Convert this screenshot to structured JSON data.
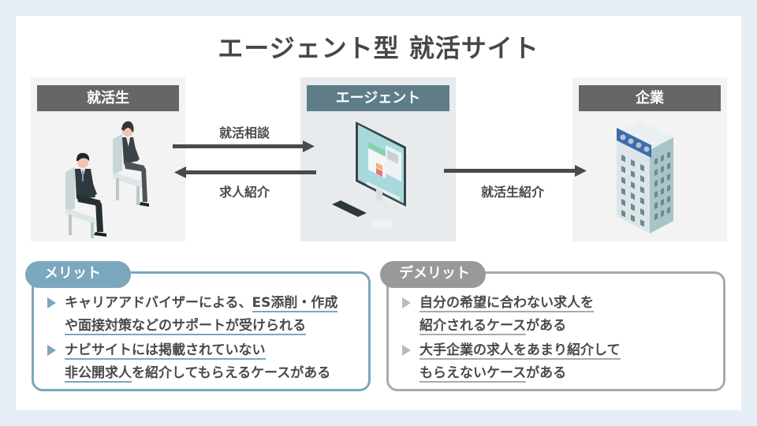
{
  "title": "エージェント型 就活サイト",
  "panels": {
    "student": {
      "label": "就活生",
      "illustration": "job-seekers-seated-icon"
    },
    "agent": {
      "label": "エージェント",
      "illustration": "desktop-computer-icon"
    },
    "company": {
      "label": "企業",
      "illustration": "office-building-icon"
    }
  },
  "arrows": {
    "student_to_agent": "就活相談",
    "agent_to_student": "求人紹介",
    "agent_to_company": "就活生紹介"
  },
  "merit": {
    "label": "メリット",
    "items": [
      {
        "line1_plain": "キャリアアドバイザーによる、",
        "line1_underlined": "ES添削・作成",
        "line2_underlined": "や面接対策などのサポートが受けられる",
        "line2_plain": ""
      },
      {
        "line1_plain": "",
        "line1_underlined": "ナビサイトには掲載されていない",
        "line2_underlined": "非公開求人",
        "line2_plain": "を紹介してもらえるケースがある"
      }
    ]
  },
  "demerit": {
    "label": "デメリット",
    "items": [
      {
        "line1_plain": "",
        "line1_underlined": "自分の希望に合わない求人を",
        "line2_underlined": "紹介されるケース",
        "line2_plain": "がある"
      },
      {
        "line1_plain": "",
        "line1_underlined": "大手企業の求人をあまり紹介して",
        "line2_underlined": "もらえないケース",
        "line2_plain": "がある"
      }
    ]
  },
  "colors": {
    "background": "#e6eef5",
    "merit_accent": "#7ba7bf",
    "demerit_accent": "#999999",
    "agent_label": "#5f7d87",
    "panel_label": "#666666",
    "arrow": "#4a4a4a"
  }
}
